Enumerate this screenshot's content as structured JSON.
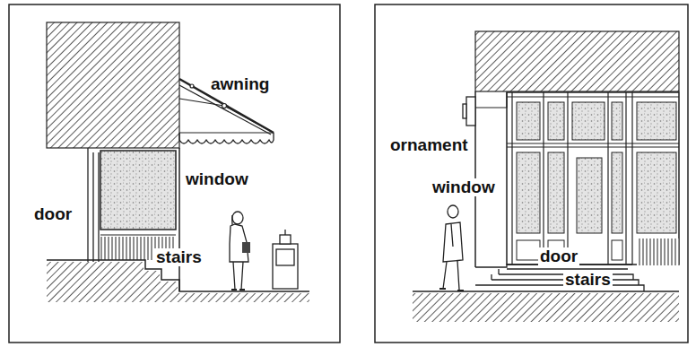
{
  "diagram": {
    "labels": [
      "awning",
      "window",
      "door",
      "stairs",
      "ornament",
      "window",
      "door",
      "stairs"
    ]
  }
}
